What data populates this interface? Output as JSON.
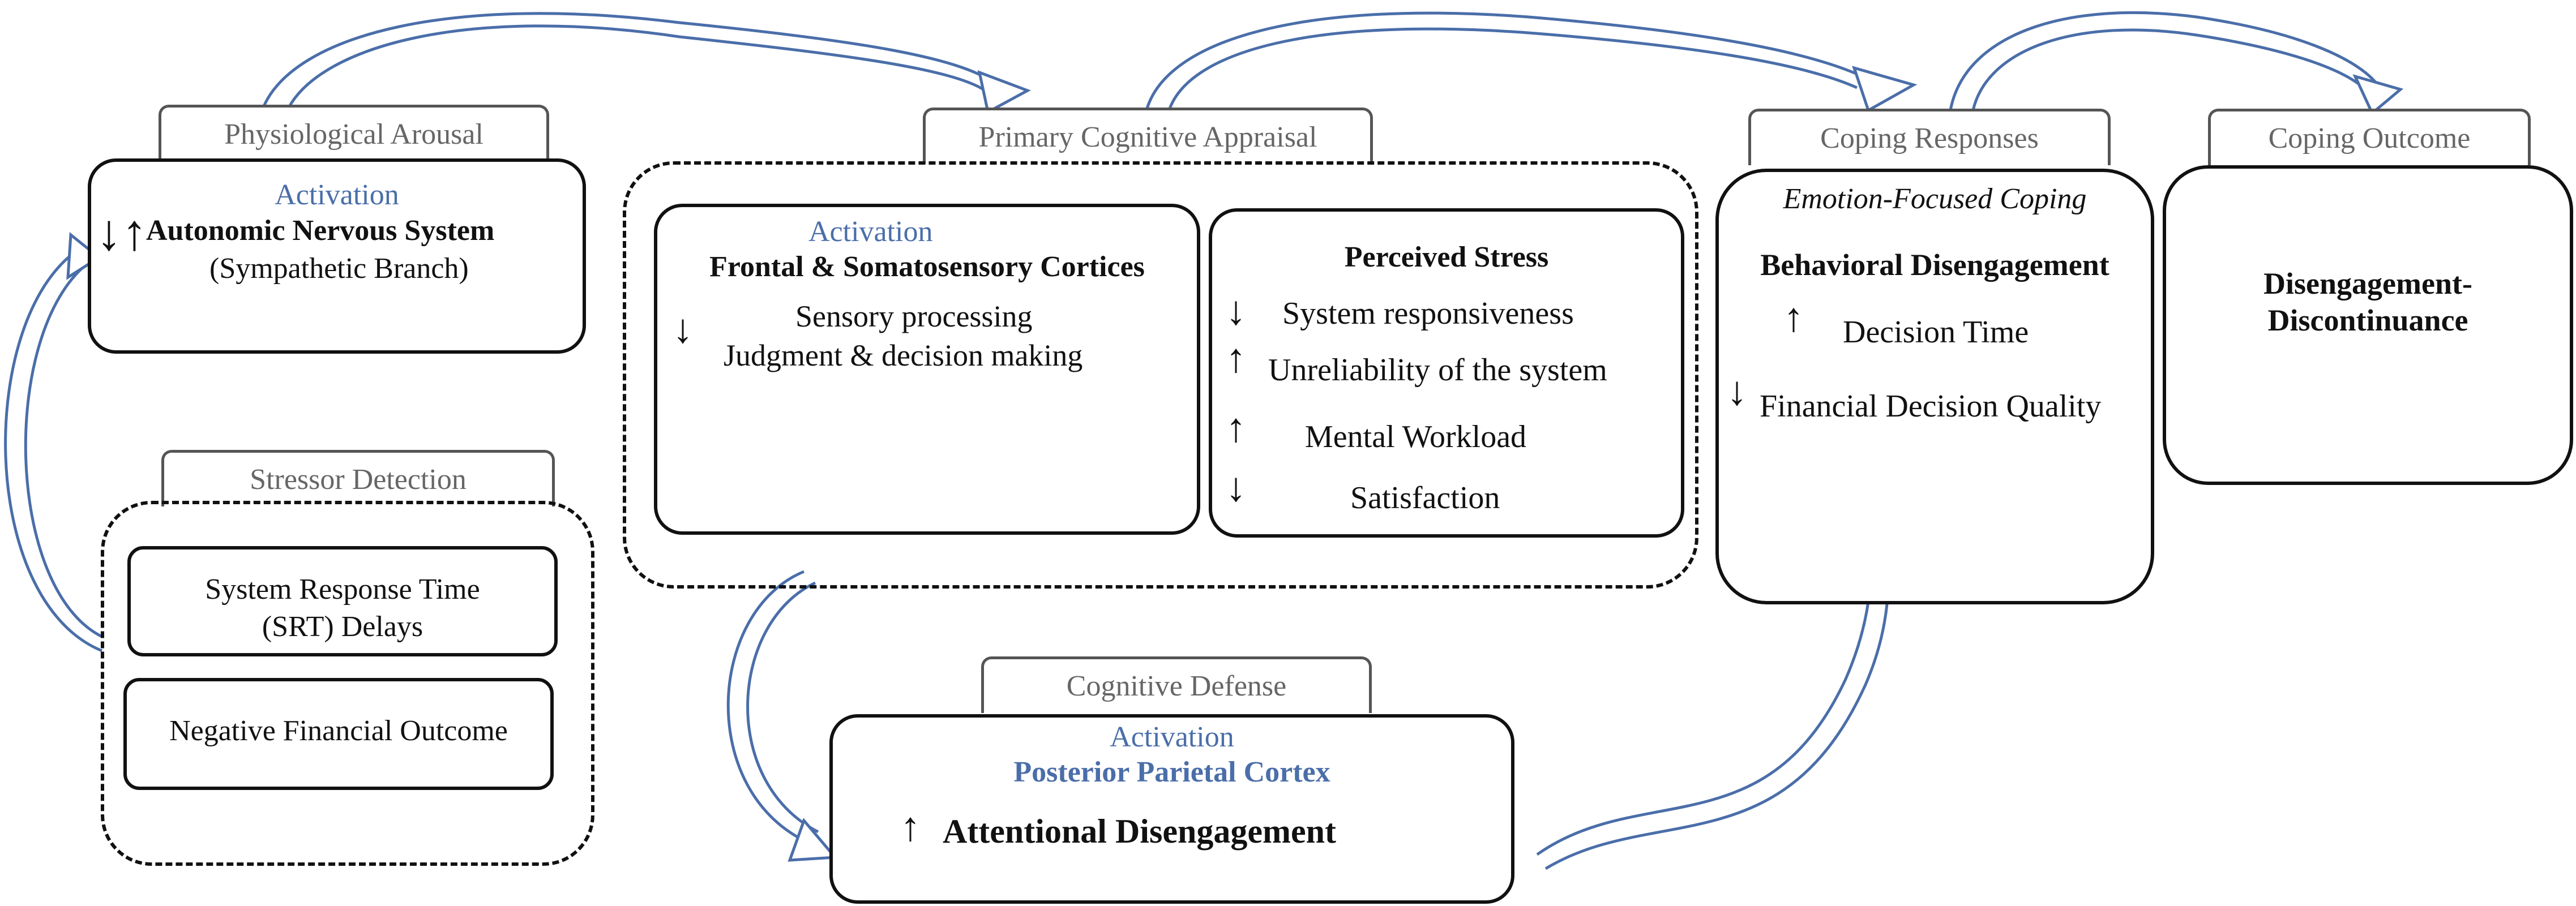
{
  "physiological_arousal": {
    "tab": "Physiological Arousal",
    "activation": "Activation",
    "arrows": "↓↑",
    "title": "Autonomic Nervous System",
    "subtitle": "(Sympathetic Branch)"
  },
  "stressor_detection": {
    "tab": "Stressor Detection",
    "item1_line1": "System Response Time",
    "item1_line2": "(SRT) Delays",
    "item2": "Negative Financial Outcome"
  },
  "primary_appraisal": {
    "tab": "Primary Cognitive Appraisal",
    "left": {
      "activation": "Activation",
      "title": "Frontal & Somatosensory Cortices",
      "arrow": "↓",
      "line1": "Sensory processing",
      "line2": "Judgment & decision making"
    },
    "right": {
      "title": "Perceived Stress",
      "items": [
        {
          "arrow": "↓",
          "text": "System responsiveness"
        },
        {
          "arrow": "↑",
          "text": "Unreliability of the system"
        },
        {
          "arrow": "↑",
          "text": "Mental Workload"
        },
        {
          "arrow": "↓",
          "text": "Satisfaction"
        }
      ]
    }
  },
  "cognitive_defense": {
    "tab": "Cognitive Defense",
    "activation": "Activation",
    "region": "Posterior Parietal Cortex",
    "arrow": "↑",
    "text": "Attentional Disengagement"
  },
  "coping_responses": {
    "tab": "Coping Responses",
    "type": "Emotion-Focused Coping",
    "title": "Behavioral Disengagement",
    "items": [
      {
        "arrow": "↑",
        "text": "Decision Time"
      },
      {
        "arrow": "↓",
        "text": "Financial Decision Quality"
      }
    ]
  },
  "coping_outcome": {
    "tab": "Coping Outcome",
    "line1": "Disengagement-",
    "line2": "Discontinuance"
  },
  "colors": {
    "accent_blue": "#4a6ea9",
    "border": "#111111",
    "tab_text": "#666666"
  }
}
